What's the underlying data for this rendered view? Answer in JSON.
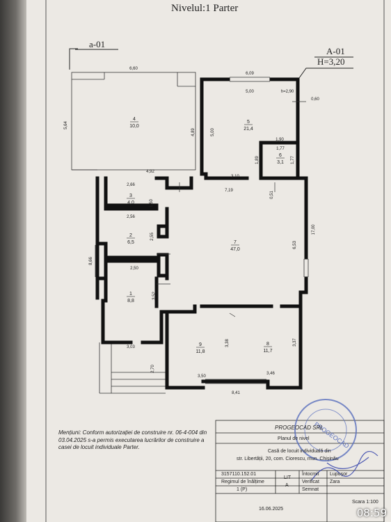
{
  "title": "Nivelul:1 Parter",
  "section_left": "a-01",
  "section_right": "A-01",
  "height_label": "H=3,20",
  "rooms": [
    {
      "number": "4",
      "area": "10,0"
    },
    {
      "number": "5",
      "area": "21,4"
    },
    {
      "number": "6",
      "area": "3,1"
    },
    {
      "number": "3",
      "area": "4,0"
    },
    {
      "number": "2",
      "area": "6,5"
    },
    {
      "number": "7",
      "area": "47,0"
    },
    {
      "number": "1",
      "area": "8,8"
    },
    {
      "number": "9",
      "area": "11,8"
    },
    {
      "number": "8",
      "area": "11,7"
    }
  ],
  "dimensions": [
    "6,60",
    "6,09",
    "5,00",
    "h=2,90",
    "0,60",
    "5,64",
    "4,89",
    "5,00",
    "1,90",
    "1,77",
    "1,89",
    "1,77",
    "4,92",
    "3,10",
    "7,19",
    "0,51",
    "2,66",
    "1,50",
    "2,56",
    "2,55",
    "17,00",
    "6,53",
    "8,66",
    "2,50",
    "3,52",
    "3,38",
    "3,37",
    "3,03",
    "2,70",
    "3,50",
    "3,46",
    "8,41"
  ],
  "note": "Mențiuni: Conform autorizației de construire nr. 06-4-004 din 03.04.2025 s-a permis executarea lucrărilor de construire a casei de locuit individuale Parter.",
  "title_block": {
    "company": "PROGEOCAD SRL",
    "drawing": "Planul de nivel",
    "project_1": "Casă de locuit individuală din",
    "project_2": "str. Libertății, 20,  com. Ciorescu, mun. Chișinău",
    "cadastral": "3157110.152.01",
    "regime_label": "Regimul de înălțime",
    "regime_value": "1 (P)",
    "lit_label": "LIT",
    "lit_value": "A",
    "role_1": "Întocmit",
    "name_1": "Lupușor",
    "role_2": "Verificat",
    "name_2": "Zara",
    "role_3": "Semnat",
    "date": "16.06.2025",
    "scale": "Scara 1:100"
  },
  "stamp_text": "PROGEOCAD",
  "clock": "08:59"
}
